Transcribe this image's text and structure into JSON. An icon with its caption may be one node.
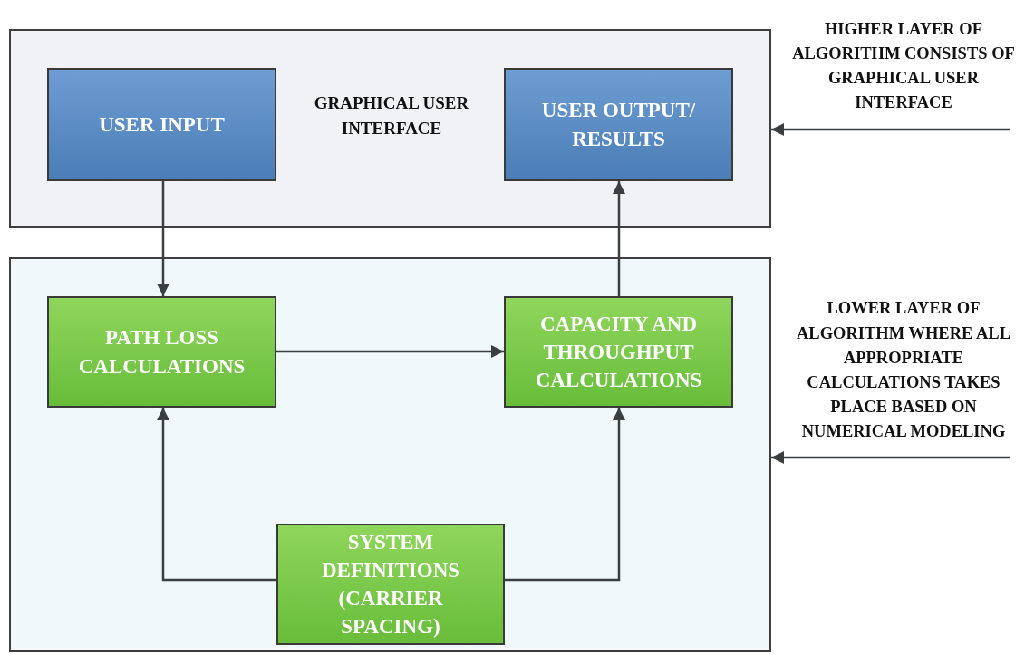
{
  "diagram": {
    "nodes": [
      {
        "text": [
          "GRAPHICAL USER INTERFACE"
        ]
      },
      {
        "text": [
          "USER INPUT"
        ],
        "in": 0
      },
      {
        "text": [
          "USER OUTPUT/ RESULTS"
        ],
        "in": 0
      },
      {
        "text": [],
        "shape": "box"
      },
      {
        "text": [
          "PATH LOSS CALCULATIONS"
        ],
        "in": 3
      },
      {
        "text": [
          "CAPACITY AND THROUGHPUT CALCULATIONS"
        ],
        "in": 3
      },
      {
        "text": [
          "SYSTEM DEFINITIONS (CARRIER SPACING)"
        ],
        "in": 3
      },
      {
        "text": [
          "HIGHER LAYER OF ALGORITHM CONSISTS OF GRAPHICAL USER INTERFACE"
        ]
      },
      {
        "text": [
          "LOWER LAYER OF ALGORITHM WHERE ALL APPROPRIATE CALCULATIONS TAKES PLACE BASED ON NUMERICAL MODELING"
        ]
      }
    ],
    "edges": [
      {
        "from": 1,
        "to": 4,
        "arrow": "to"
      },
      {
        "from": 4,
        "to": 5,
        "arrow": "to"
      },
      {
        "from": 5,
        "to": 2,
        "arrow": "to"
      },
      {
        "from": 6,
        "to": 4,
        "arrow": "to"
      },
      {
        "from": 6,
        "to": 5,
        "arrow": "to"
      },
      {
        "from": 7,
        "to": 0,
        "arrow": "to"
      },
      {
        "from": 8,
        "to": 3,
        "arrow": "to"
      }
    ]
  }
}
